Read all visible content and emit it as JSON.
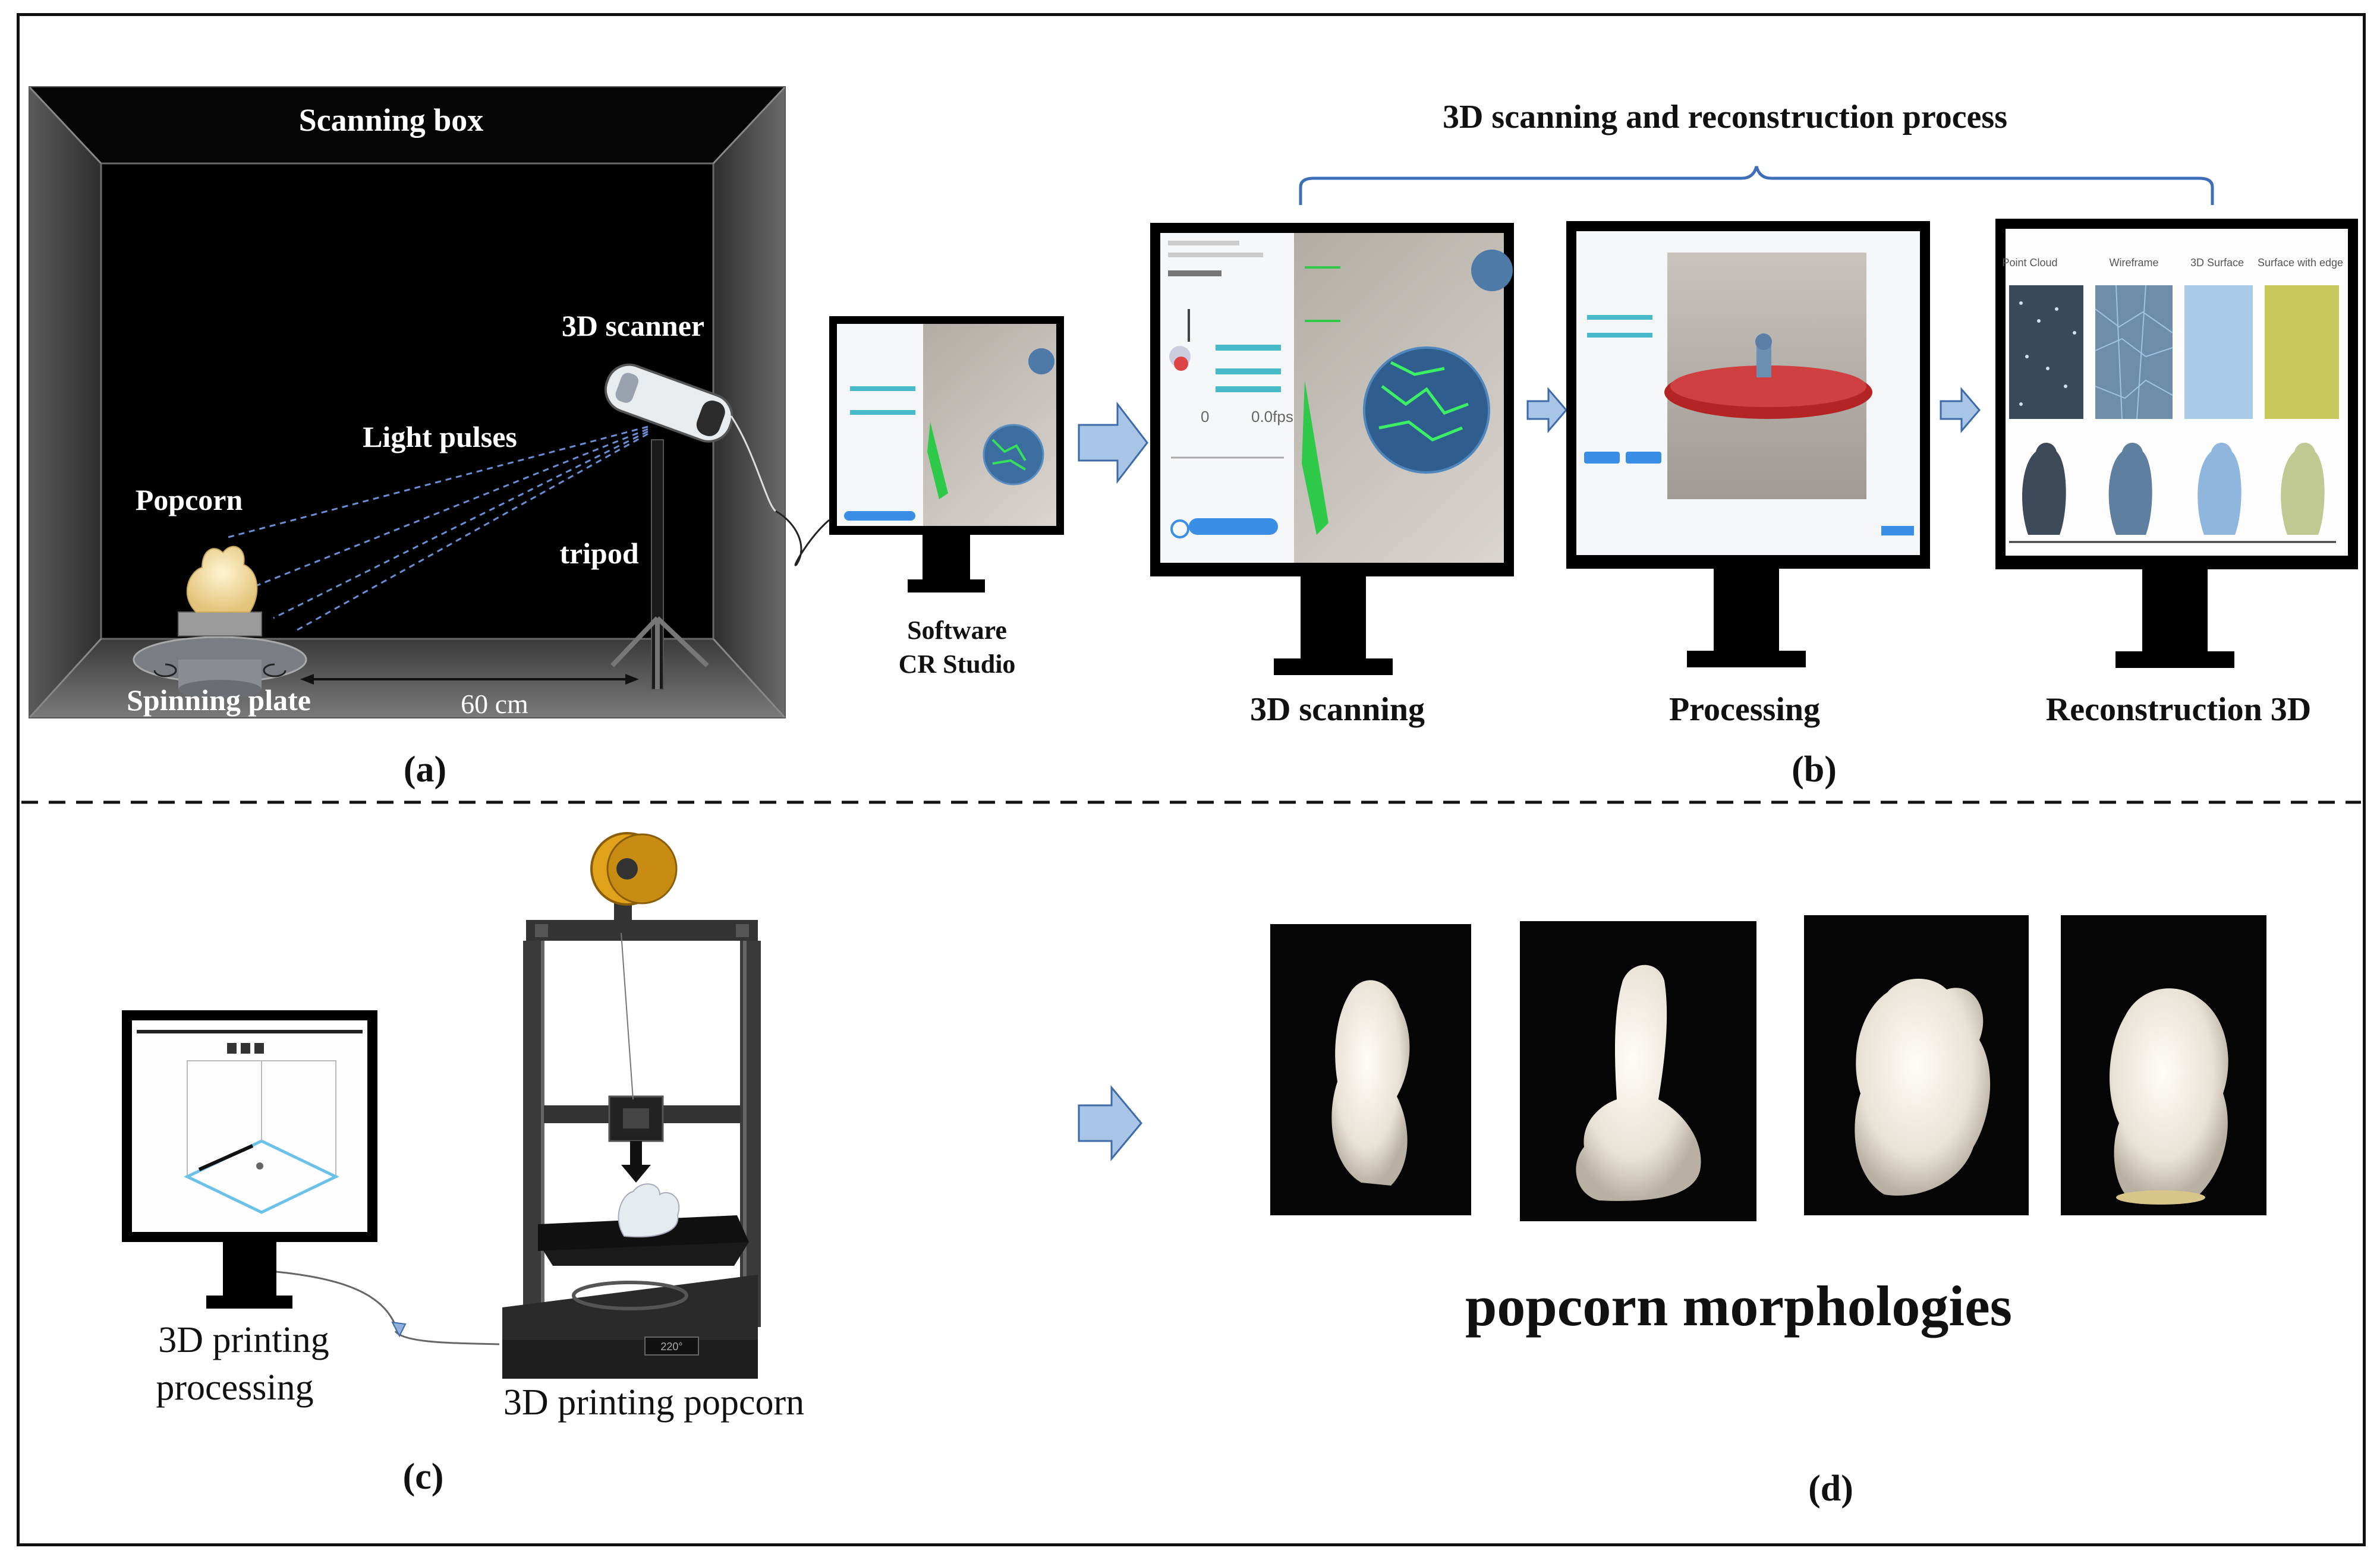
{
  "panel_a": {
    "box_title": "Scanning box",
    "scanner_label": "3D scanner",
    "light_label": "Light pulses",
    "popcorn_label": "Popcorn",
    "tripod_label": "tripod",
    "plate_label": "Spinning plate",
    "distance_label": "60 cm",
    "software_line1": "Software",
    "software_line2": "CR Studio",
    "caption": "(a)"
  },
  "panel_b": {
    "process_title": "3D scanning and reconstruction process",
    "step1": "3D scanning",
    "step2": "Processing",
    "step3": "Reconstruction 3D",
    "scan_value1": "0",
    "scan_value2": "0.0fps",
    "recon_headers": [
      "Point Cloud",
      "Wireframe",
      "3D Surface",
      "Surface with edge"
    ],
    "caption": "(b)"
  },
  "panel_c": {
    "monitor_line1": "3D printing",
    "monitor_line2": "processing",
    "printer_label": "3D printing popcorn",
    "caption": "(c)"
  },
  "panel_d": {
    "title": "popcorn morphologies",
    "caption": "(d)"
  },
  "colors": {
    "arrow_fill": "#a8c4e6",
    "arrow_stroke": "#3e6aa8",
    "brace": "#3d6fb8",
    "box_dark": "#000000",
    "printer_frame": "#333333",
    "spool": "#e0a21a"
  }
}
